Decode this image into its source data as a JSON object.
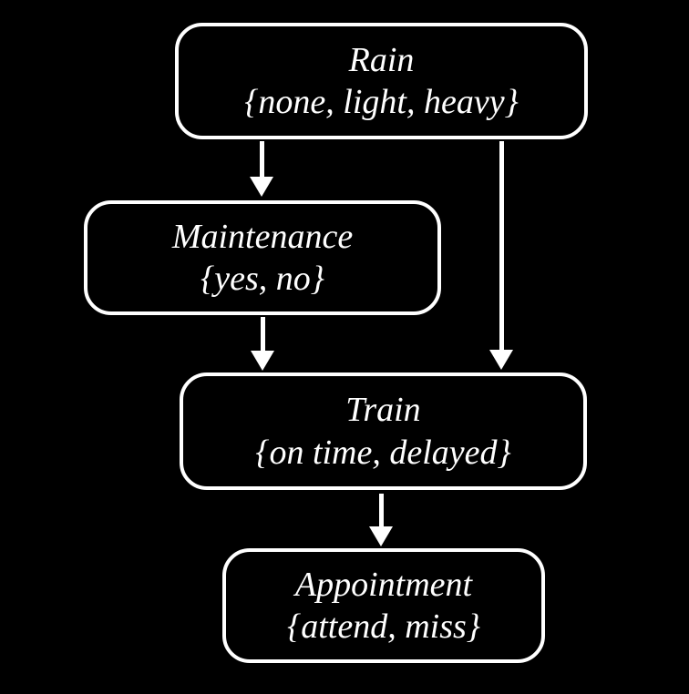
{
  "diagram": {
    "type": "bayesian-network",
    "background_color": "#000000",
    "node_border_color": "#ffffff",
    "text_color": "#ffffff",
    "arrow_color": "#ffffff",
    "nodes": [
      {
        "id": "rain",
        "label": "Rain",
        "values": "{none, light, heavy}"
      },
      {
        "id": "maintenance",
        "label": "Maintenance",
        "values": "{yes, no}"
      },
      {
        "id": "train",
        "label": "Train",
        "values": "{on time, delayed}"
      },
      {
        "id": "appointment",
        "label": "Appointment",
        "values": "{attend, miss}"
      }
    ],
    "edges": [
      {
        "from": "rain",
        "to": "maintenance"
      },
      {
        "from": "rain",
        "to": "train"
      },
      {
        "from": "maintenance",
        "to": "train"
      },
      {
        "from": "train",
        "to": "appointment"
      }
    ]
  }
}
